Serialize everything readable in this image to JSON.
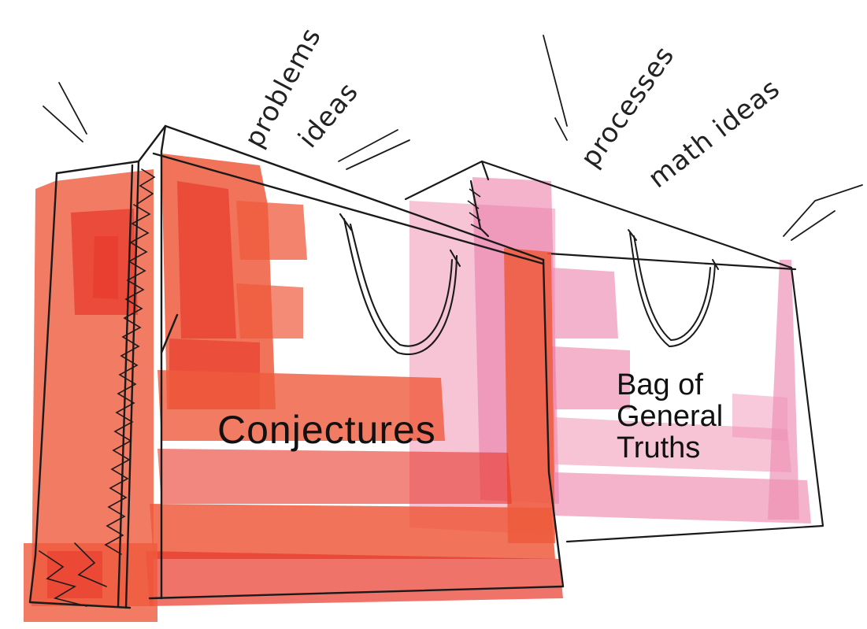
{
  "bags": {
    "front": {
      "label": "Conjectures",
      "fill_color": "#ef5a3c"
    },
    "back": {
      "label_lines": [
        "Bag of",
        "General",
        "Truths"
      ],
      "fill_color": "#ec7fa8"
    }
  },
  "annotations": {
    "problems": "problems",
    "ideas": "ideas",
    "processes": "processes",
    "math_ideas": "math ideas"
  },
  "colors": {
    "outline": "#1a1a1a",
    "front_paint": "#ef5a3c",
    "front_paint_dark": "#e8372a",
    "back_paint": "#ec7fa8",
    "back_paint_dark": "#e9679a"
  }
}
